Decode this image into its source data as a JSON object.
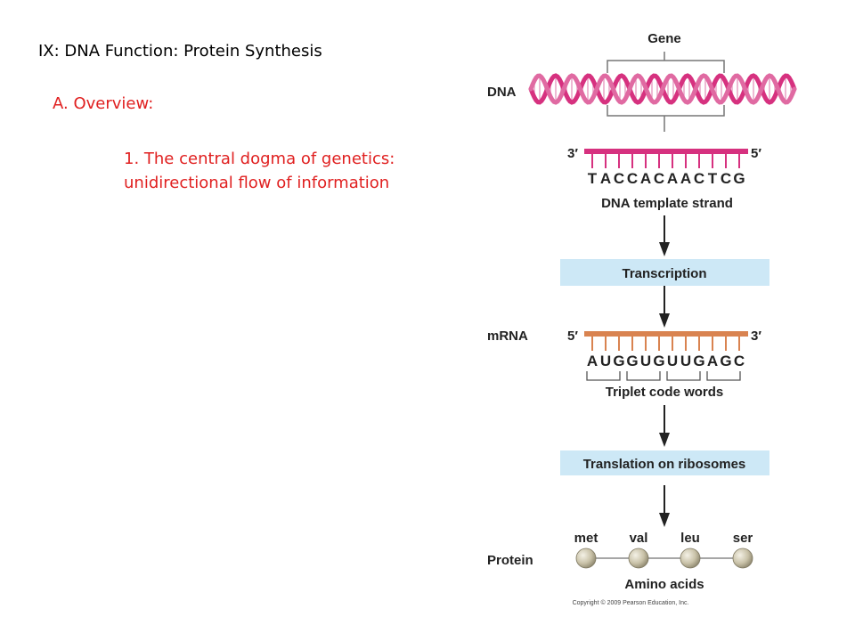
{
  "slide": {
    "title": "IX: DNA Function: Protein Synthesis",
    "section": "A. Overview:",
    "point_lines": [
      "1. The central dogma of genetics:",
      "unidirectional flow of information"
    ]
  },
  "figure": {
    "gene_label": "Gene",
    "dna_label": "DNA",
    "dna_strand": {
      "left_end": "3′",
      "right_end": "5′",
      "bases": [
        "T",
        "A",
        "C",
        "C",
        "A",
        "C",
        "A",
        "A",
        "C",
        "T",
        "C",
        "G"
      ],
      "caption": "DNA template strand"
    },
    "transcription_label": "Transcription",
    "mrna": {
      "row_label": "mRNA",
      "left_end": "5′",
      "right_end": "3′",
      "bases": [
        "A",
        "U",
        "G",
        "G",
        "U",
        "G",
        "U",
        "U",
        "G",
        "A",
        "G",
        "C"
      ],
      "caption": "Triplet code words"
    },
    "translation_label": "Translation on ribosomes",
    "protein": {
      "row_label": "Protein",
      "amino_acids": [
        "met",
        "val",
        "leu",
        "ser"
      ],
      "caption": "Amino acids"
    },
    "copyright": "Copyright © 2009 Pearson Education, Inc.",
    "colors": {
      "helix": "#d6317f",
      "dna_strand": "#d6317f",
      "mrna_strand": "#d98350",
      "process_box": "#cde8f6",
      "amino_acid": "#c9c2a8"
    }
  }
}
